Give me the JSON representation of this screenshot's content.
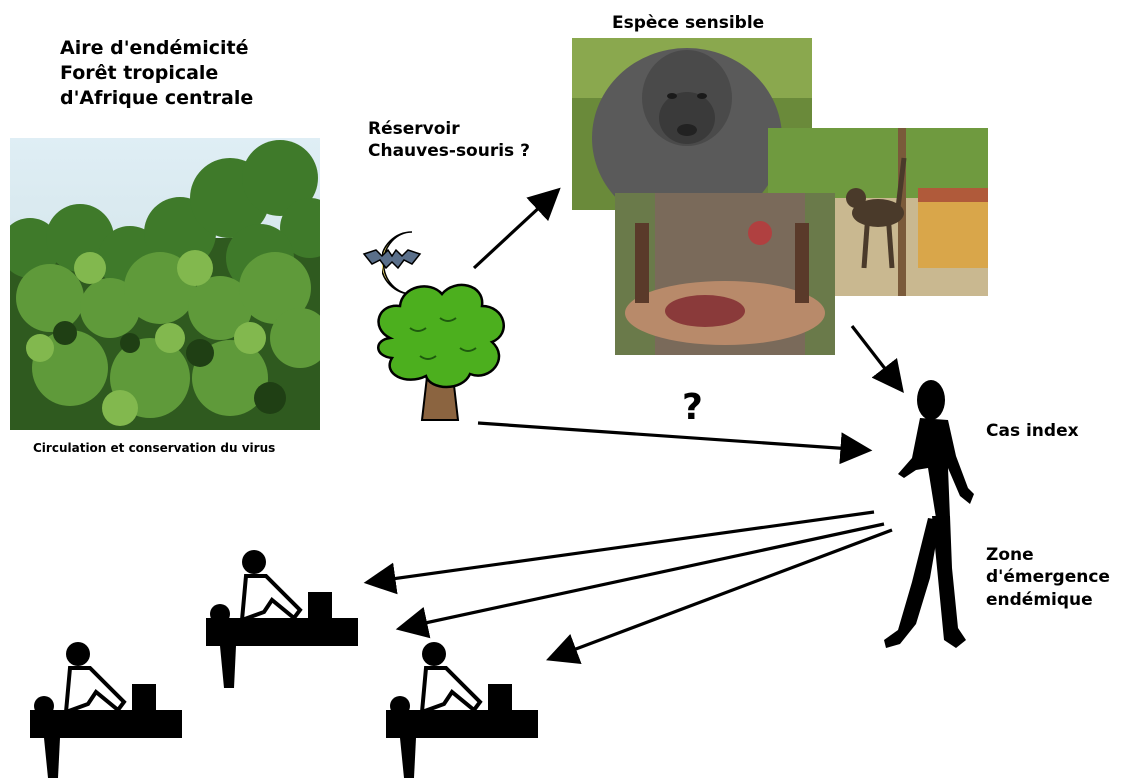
{
  "endemic_area": {
    "line1": "Aire d'endémicité",
    "line2": "Forêt tropicale",
    "line3": "d'Afrique centrale"
  },
  "forest_caption": "Circulation et conservation du virus",
  "reservoir": {
    "line1": "Réservoir",
    "line2": "Chauves-souris ?"
  },
  "susceptible_species": "Espèce sensible",
  "question_mark": "?",
  "index_case": "Cas index",
  "emergence_zone": {
    "line1": "Zone",
    "line2": "d'émergence",
    "line3": "endémique"
  },
  "colors": {
    "forest_dark": "#2f5a1f",
    "forest_light": "#6fa83e",
    "tree_leaves": "#4caf1e",
    "trunk": "#8b6440",
    "bat": "#5a6f8a",
    "moon": "#f3e070",
    "arrow": "#000000"
  },
  "icons": [
    "tree-icon",
    "bat-icon",
    "moon-icon",
    "runner-silhouette-icon",
    "patient-care-icon"
  ]
}
